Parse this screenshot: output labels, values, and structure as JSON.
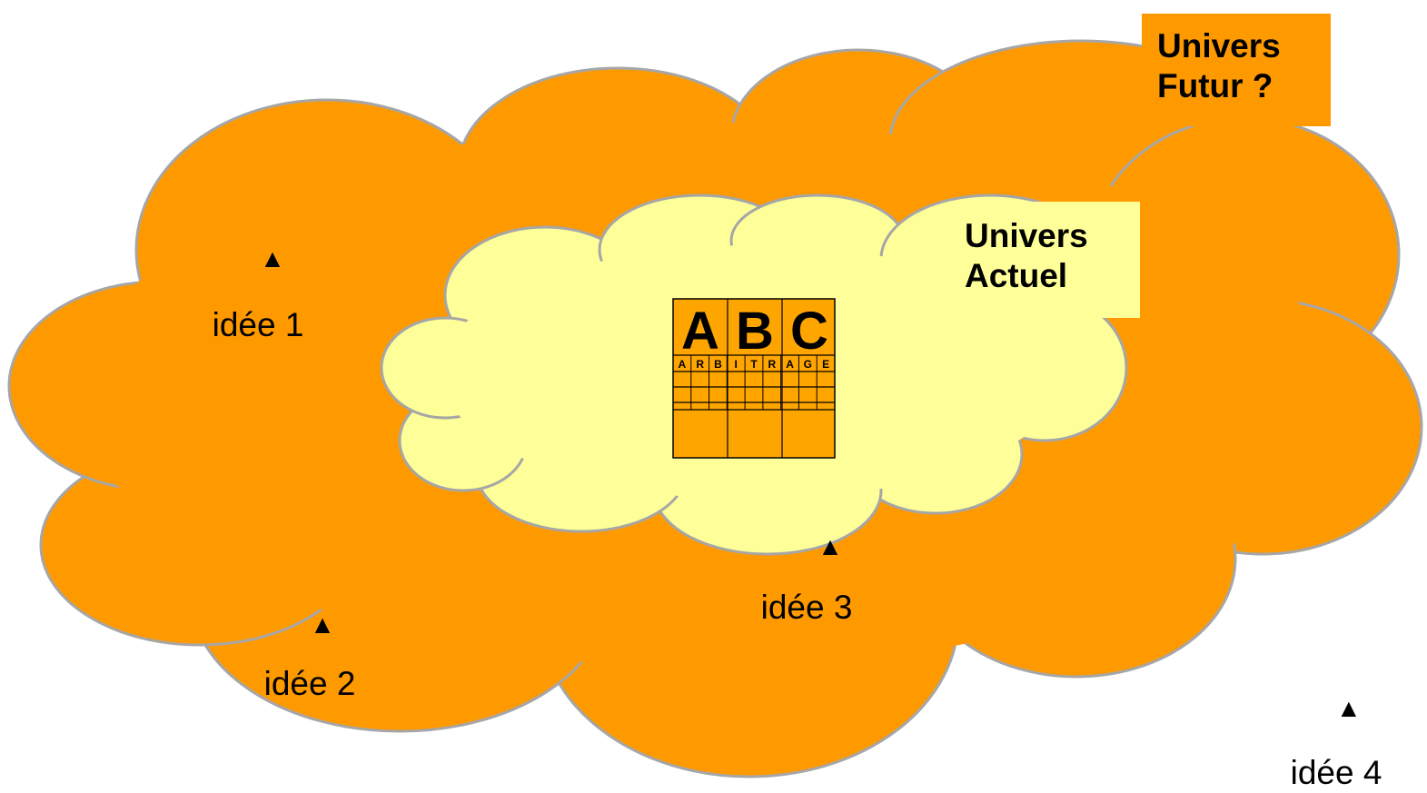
{
  "colors": {
    "outer_cloud": "#ff9900",
    "inner_cloud": "#ffff99",
    "cloud_outline": "#a6a6a6",
    "logo_fill": "#ffa500",
    "logo_lines": "#000000",
    "text": "#000000"
  },
  "outer_cloud": {
    "label_line1": "Univers",
    "label_line2": "Futur ?"
  },
  "inner_cloud": {
    "label_line1": "Univers",
    "label_line2": "Actuel"
  },
  "logo": {
    "big_letters": [
      "A",
      "B",
      "C"
    ],
    "small_letters": [
      "A",
      "R",
      "B",
      "I",
      "T",
      "R",
      "A",
      "G",
      "E"
    ]
  },
  "ideas": [
    {
      "marker": "▲",
      "label": "idée 1"
    },
    {
      "marker": "▲",
      "label": "idée 2"
    },
    {
      "marker": "▲",
      "label": "idée 3"
    },
    {
      "marker": "▲",
      "label": "idée 4"
    }
  ]
}
